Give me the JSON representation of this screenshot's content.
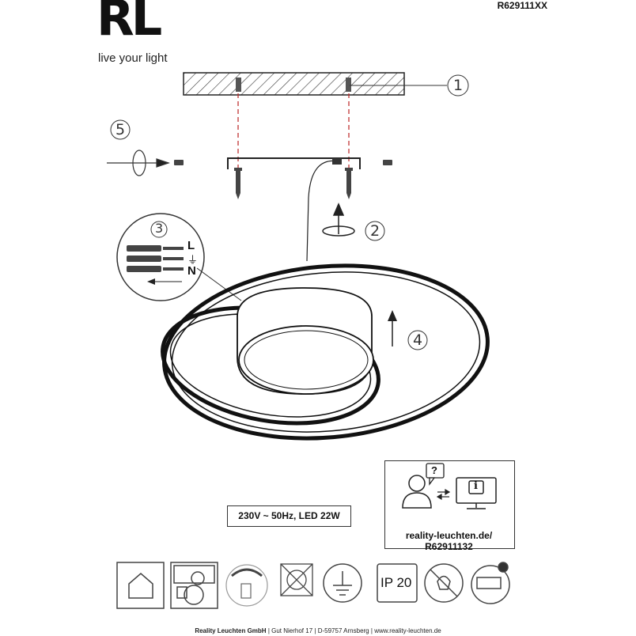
{
  "brand": {
    "logo": "RL",
    "tagline": "live your light"
  },
  "product_code": "R629111XX",
  "steps": {
    "step1": "1",
    "step2": "2",
    "step3": "3",
    "step4": "4",
    "step5": "5"
  },
  "wiring": {
    "live": "L",
    "earth": "⏚",
    "neutral": "N"
  },
  "spec": "230V ~ 50Hz, LED 22W",
  "support": {
    "question_icon": "?",
    "info_icon": "i",
    "url_line1": "reality-leuchten.de/",
    "url_line2": "R62911132"
  },
  "symbols": {
    "ip_rating": "IP 20",
    "icons": [
      "indoor-use-icon",
      "luminaire-icon",
      "dimming-icon",
      "not-covered-icon",
      "protection-class-icon",
      "ip20-icon",
      "no-bulb-replacement-icon",
      "led-light-source-icon"
    ]
  },
  "footer": {
    "company": "Reality Leuchten GmbH",
    "street": "Gut Nierhof 17",
    "city": "D-59757 Arnsberg",
    "website": "www.reality-leuchten.de"
  }
}
